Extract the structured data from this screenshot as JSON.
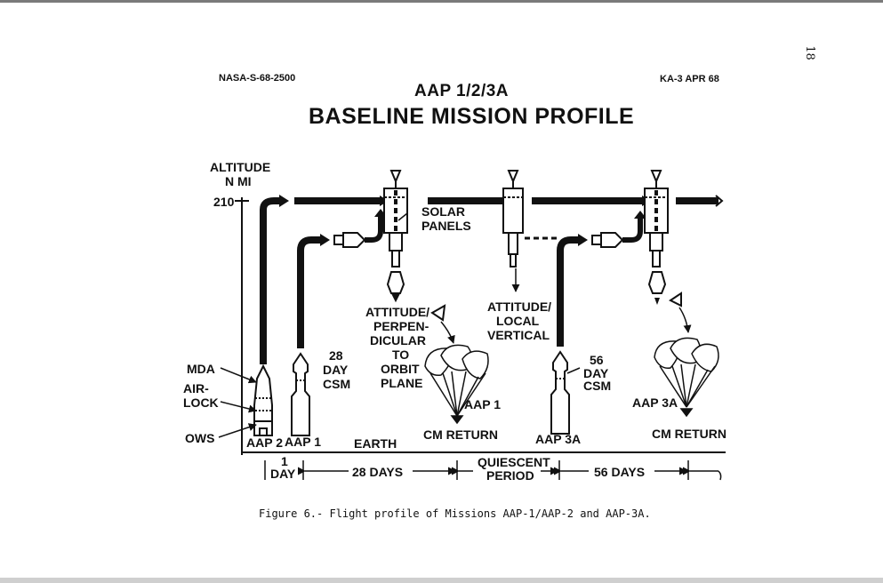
{
  "page_number": "18",
  "header": {
    "doc_id": "NASA-S-68-2500",
    "ref": "KA-3 APR 68"
  },
  "title": {
    "line1": "AAP 1/2/3A",
    "line2": "BASELINE MISSION PROFILE"
  },
  "axis": {
    "label_line1": "ALTITUDE",
    "label_line2": "N MI",
    "tick": "210"
  },
  "labels": {
    "solar1": "SOLAR",
    "solar2": "PANELS",
    "att1_1": "ATTITUDE/",
    "att1_2": "PERPEN-",
    "att1_3": "DICULAR",
    "att1_4": "TO",
    "att1_5": "ORBIT",
    "att1_6": "PLANE",
    "att2_1": "ATTITUDE/",
    "att2_2": "LOCAL",
    "att2_3": "VERTICAL",
    "mda": "MDA",
    "air1": "AIR-",
    "air2": "LOCK",
    "ows": "OWS",
    "csm28_1": "28",
    "csm28_2": "DAY",
    "csm28_3": "CSM",
    "csm56_1": "56",
    "csm56_2": "DAY",
    "csm56_3": "CSM",
    "aap2": "AAP 2",
    "aap1": "AAP 1",
    "earth": "EARTH",
    "aap3a": "AAP 3A",
    "chute_aap1": "AAP 1",
    "chute_aap3a": "AAP 3A",
    "cm_return1": "CM RETURN",
    "cm_return2": "CM RETURN"
  },
  "timeline": {
    "one": "1",
    "day": "DAY",
    "d28": "28 DAYS",
    "quiescent1": "QUIESCENT",
    "quiescent2": "PERIOD",
    "d56": "56 DAYS"
  },
  "caption": "Figure 6.- Flight profile of Missions AAP-1/AAP-2 and AAP-3A."
}
